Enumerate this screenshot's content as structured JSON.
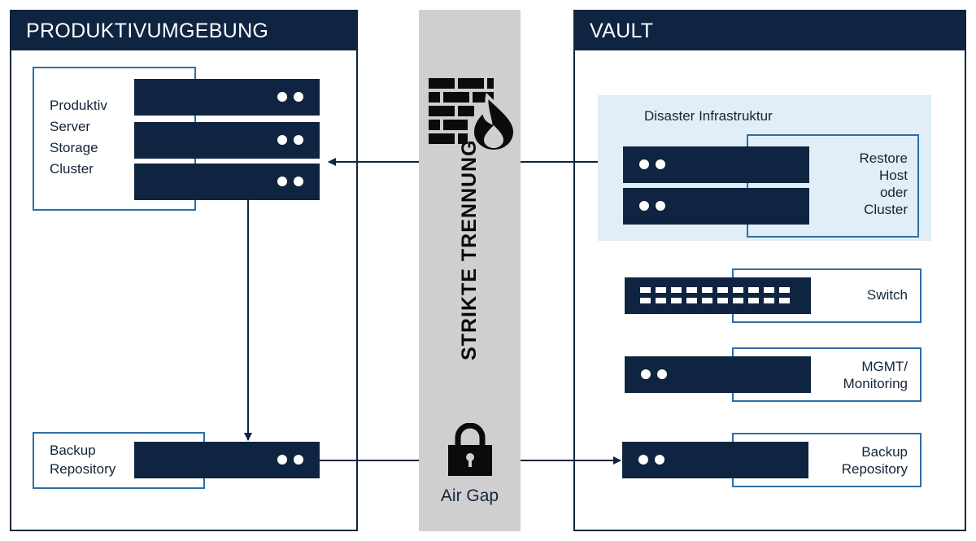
{
  "production": {
    "title": "PRODUKTIVUMGEBUNG",
    "server_label": [
      "Produktiv",
      "Server",
      "Storage",
      "Cluster"
    ],
    "backup_label": [
      "Backup",
      "Repository"
    ]
  },
  "separator": {
    "label": "STRIKTE TRENNUNG",
    "airgap_label": "Air Gap",
    "firewall_icon": "firewall-icon",
    "lock_icon": "lock-icon"
  },
  "vault": {
    "title": "VAULT",
    "disaster_label": "Disaster Infrastruktur",
    "restore_label": [
      "Restore",
      "Host",
      "oder",
      "Cluster"
    ],
    "switch_label": "Switch",
    "mgmt_label": [
      "MGMT/",
      "Monitoring"
    ],
    "backup_label": [
      "Backup",
      "Repository"
    ]
  },
  "colors": {
    "navy": "#0f2440",
    "frame_blue": "#2d6ea6",
    "light_blue": "#e1eef7",
    "separator_gray": "#cfcfcf"
  }
}
